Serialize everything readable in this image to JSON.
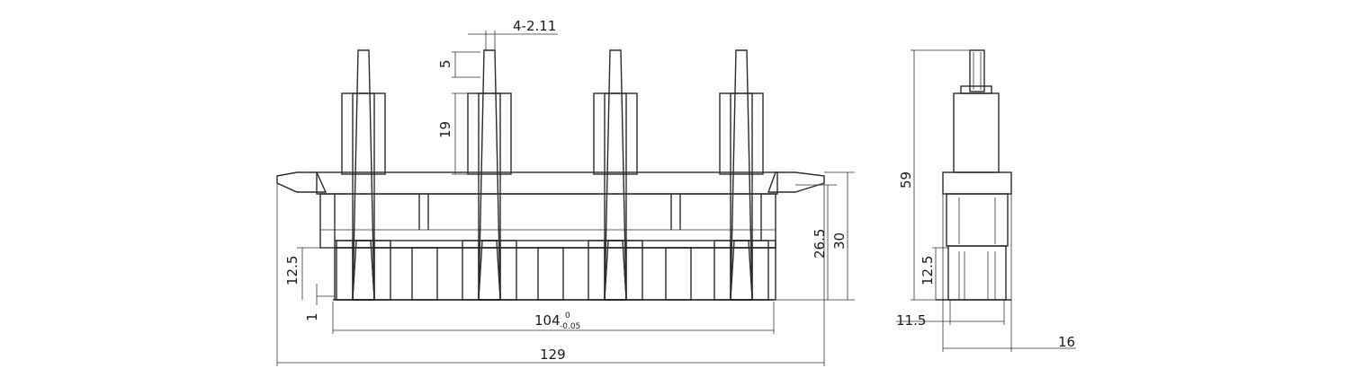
{
  "dimensions": {
    "pin_width": "4-2.11",
    "pin_top": "5",
    "sleeve_height": "19",
    "bottom_offset": "12.5",
    "base_step": "1",
    "pitch_total": "104",
    "pitch_tol_upper": "0",
    "pitch_tol_lower": "-0.05",
    "overall_width": "129",
    "body_height": "26.5",
    "total_height": "30",
    "side_height": "59",
    "side_bottom": "12.5",
    "side_offset": "11.5",
    "side_width": "16"
  }
}
